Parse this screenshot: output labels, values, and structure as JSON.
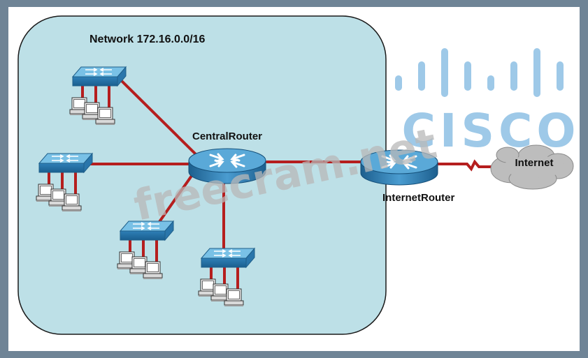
{
  "network": {
    "label": "Network 172.16.0.0/16"
  },
  "routers": {
    "central": {
      "label": "CentralRouter"
    },
    "internet": {
      "label": "InternetRouter"
    }
  },
  "cloud": {
    "label": "Internet"
  },
  "logo": {
    "text": "CISCO"
  },
  "watermark": {
    "text": "freecram.net"
  },
  "colors": {
    "network_area": "#bde0e7",
    "link": "#b51e1e",
    "router": "#3f8fc6",
    "switch": "#4aa0d2",
    "cloud": "#bdbdbd",
    "logo": "#9ec9e8",
    "watermark": "#b8b8b8"
  }
}
